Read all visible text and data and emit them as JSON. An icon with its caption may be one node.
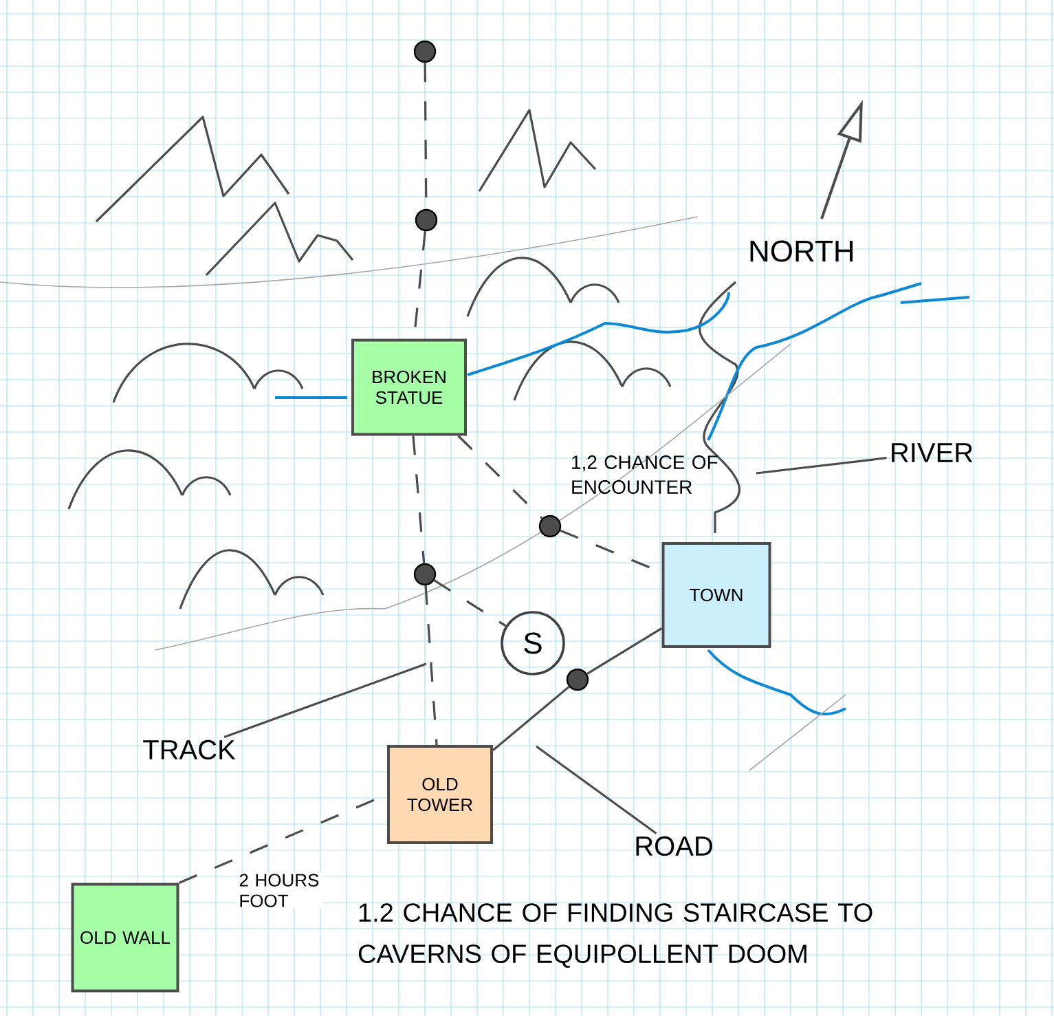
{
  "diagram": {
    "nodes": [
      {
        "text": [],
        "shape": "circle"
      },
      {
        "text": [],
        "shape": "circle"
      },
      {
        "text": [
          "BROKEN STATUE"
        ]
      },
      {
        "text": [],
        "shape": "circle"
      },
      {
        "text": [
          "TOWN"
        ]
      },
      {
        "text": [],
        "shape": "circle"
      },
      {
        "text": [
          "S"
        ]
      },
      {
        "text": [],
        "shape": "circle"
      },
      {
        "text": [
          "OLD TOWER"
        ]
      },
      {
        "text": [
          "OLD WALL"
        ]
      },
      {
        "text": [
          "TRACK"
        ]
      },
      {
        "text": [
          "ROAD"
        ]
      },
      {
        "text": [
          "RIVER"
        ]
      }
    ],
    "edges": [
      {
        "from": 0,
        "to": 1,
        "arrow": "none",
        "style": "dashed"
      },
      {
        "from": 1,
        "to": 2,
        "arrow": "none",
        "style": "dashed"
      },
      {
        "from": 2,
        "to": 5,
        "arrow": "none",
        "style": "dashed"
      },
      {
        "from": 5,
        "to": 8,
        "arrow": "none",
        "style": "dashed"
      },
      {
        "from": 2,
        "to": 3,
        "arrow": "none",
        "style": "dashed"
      },
      {
        "from": 3,
        "to": 4,
        "arrow": "none",
        "style": "dashed"
      },
      {
        "from": 5,
        "to": 6,
        "arrow": "none",
        "style": "dashed"
      },
      {
        "from": 8,
        "to": 7,
        "arrow": "none"
      },
      {
        "from": 7,
        "to": 4,
        "arrow": "none"
      },
      {
        "from": 9,
        "to": 8,
        "arrow": "none",
        "style": "dashed",
        "label": "2 HOURS FOOT"
      },
      {
        "from": 10,
        "to": null,
        "arrow": "none"
      },
      {
        "from": 11,
        "to": null,
        "arrow": "none"
      },
      {
        "from": 12,
        "to": null,
        "arrow": "none"
      }
    ],
    "labels": [
      "NORTH",
      "1,2 CHANCE OF ENCOUNTER",
      "1.2 CHANCE OF FINDING STAIRCASE TO CAVERNS OF EQUIPOLLENT DOOM"
    ]
  }
}
